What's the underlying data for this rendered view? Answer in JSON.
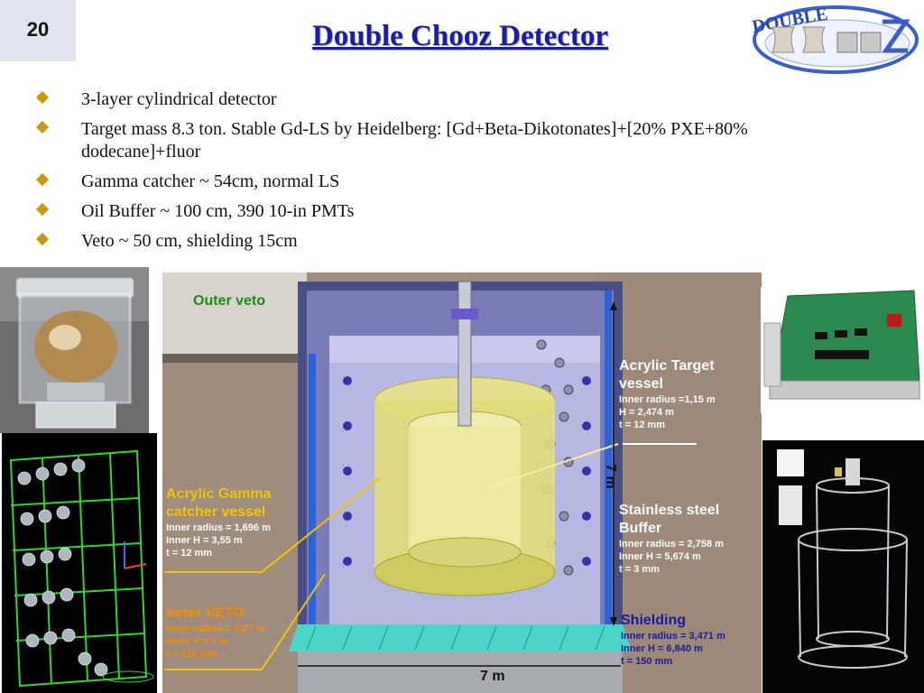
{
  "slide": {
    "number": "20",
    "title": "Double Chooz Detector"
  },
  "logo": {
    "text": "DOUBLE",
    "letters": "CHOOZ"
  },
  "bullets": [
    "3-layer cylindrical detector",
    "Target mass 8.3 ton. Stable Gd-LS by Heidelberg: [Gd+Beta-Dikotonates]+[20% PXE+80% dodecane]+fluor",
    "Gamma catcher ~ 54cm, normal LS",
    "Oil Buffer ~ 100 cm, 390 10-in PMTs",
    "Veto ~ 50 cm, shielding 15cm"
  ],
  "diagram": {
    "outer_veto": "Outer veto",
    "target": {
      "title1": "Acrylic Target",
      "title2": "vessel",
      "l1": "Inner radius =1,15  m",
      "l2": "H = 2,474 m",
      "l3": "t = 12 mm"
    },
    "gamma": {
      "title1": "Acrylic Gamma",
      "title2": "catcher vessel",
      "l1": "Inner radius = 1,696 m",
      "l2": "Inner H = 3,55 m",
      "l3": "t = 12 mm"
    },
    "buffer": {
      "title1": "Stainless steel",
      "title2": "Buffer",
      "l1": "Inner radius = 2,758 m",
      "l2": "Inner H = 5,674 m",
      "l3": "t = 3 mm"
    },
    "inner_veto": {
      "title": "Inner VETO",
      "l1": "Inner radius = 3,27 m",
      "l2": "Inner H = 7 m",
      "l3": "t = 210 mm"
    },
    "shielding": {
      "title": "Shielding",
      "l1": "Inner radius = 3,471 m",
      "l2": "Inner H = 6,840 m",
      "l3": "t = 150 mm"
    },
    "height_dim": "7 m",
    "width_dim": "7 m"
  },
  "colors": {
    "title": "#1c1ca8",
    "bullet": "#c89a10",
    "outer_veto_label": "#1b8a1b",
    "label_yellow": "#f2c400",
    "label_white": "#ffffff",
    "label_blue": "#1a1aa0",
    "label_orange": "#f28c00"
  }
}
